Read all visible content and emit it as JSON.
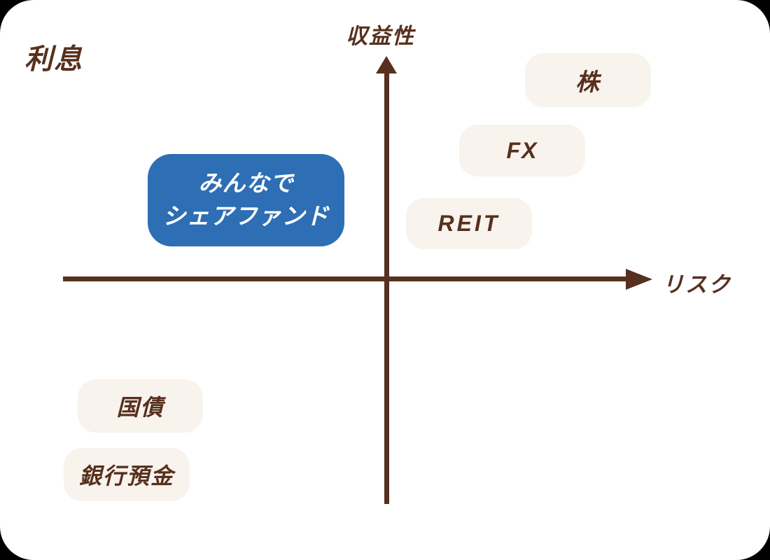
{
  "page": {
    "corner_title": "利息"
  },
  "axes": {
    "y_label": "収益性",
    "x_label": "リスク"
  },
  "nodes": [
    {
      "id": "kabu",
      "label": "株",
      "variant": "cream"
    },
    {
      "id": "fx",
      "label": "FX",
      "variant": "cream"
    },
    {
      "id": "reit",
      "label": "REIT",
      "variant": "cream"
    },
    {
      "id": "minna",
      "label_line1": "みんなで",
      "label_line2": "シェアファンド",
      "variant": "blue"
    },
    {
      "id": "kokusai",
      "label": "国債",
      "variant": "cream"
    },
    {
      "id": "ginko",
      "label": "銀行預金",
      "variant": "cream"
    }
  ],
  "colors": {
    "outer_background": "#000000",
    "card_background": "#ffffff",
    "brown": "#57301e",
    "cream_node": "#f8f3ec",
    "blue_node": "#2d6eb4",
    "blue_node_text": "#ffffff"
  }
}
